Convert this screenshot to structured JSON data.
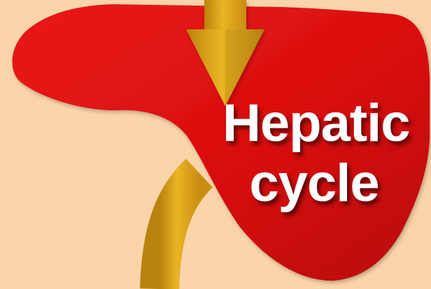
{
  "diagram": {
    "label": {
      "line1": "Hepatic",
      "line2": "cycle"
    },
    "colors": {
      "background": "#fbd5aa",
      "liver": "#d90f0f",
      "arrow": "#d69d12",
      "text": "#ffffff"
    },
    "icons": [
      "liver-shape",
      "down-arrow",
      "curved-pathway"
    ]
  }
}
